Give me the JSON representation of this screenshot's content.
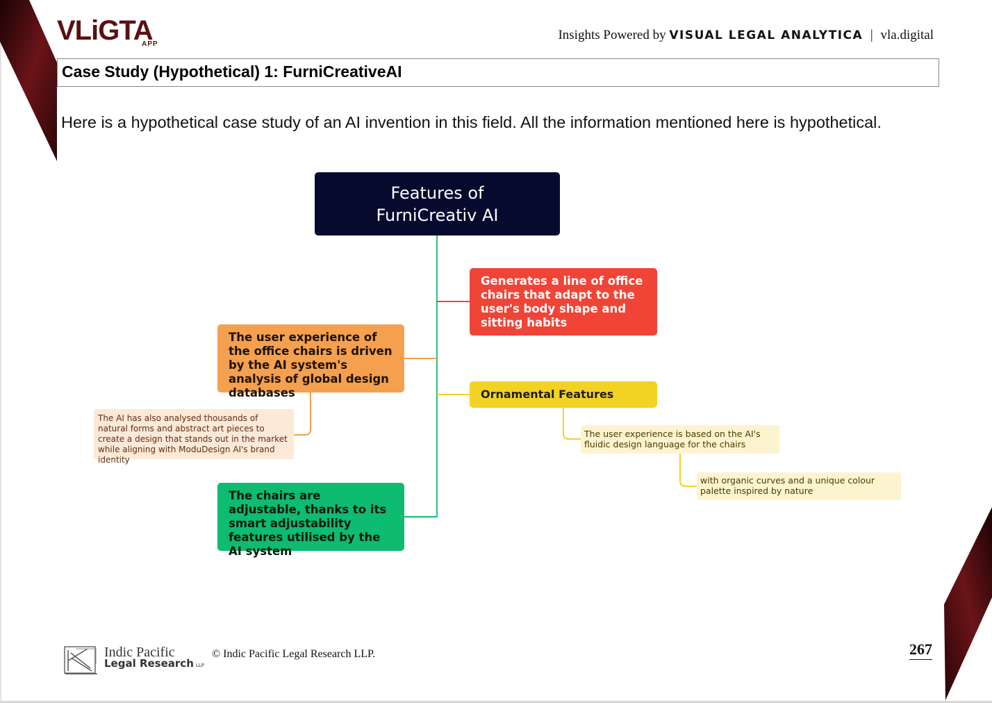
{
  "header": {
    "logo_text": "VLiGTA",
    "logo_sub": "APP",
    "insights_prefix": "Insights Powered by",
    "brand": "VISUAL LEGAL ANALYTICA",
    "separator": "|",
    "site": "vla.digital"
  },
  "section_title": "Case Study (Hypothetical) 1: FurniCreativeAI",
  "intro_text": "Here is a hypothetical case study of an AI invention in this field. All the information mentioned here is hypothetical.",
  "mindmap": {
    "root": {
      "line1": "Features of",
      "line2": "FurniCreativ AI"
    },
    "red": "Generates a line of office chairs that adapt to the user's body shape and sitting habits",
    "orange": "The user experience of the office chairs is driven by the AI system's analysis of global design databases",
    "peach": "The AI has also analysed thousands of natural forms and abstract art pieces to create a design that stands out in the market while aligning with ModuDesign AI's brand identity",
    "yellow": "Ornamental Features",
    "cream1": "The user experience is based on the AI's fluidic design language for the chairs",
    "cream2": "with organic curves and a unique colour palette inspired by nature",
    "green": "The chairs are adjustable, thanks to its smart adjustability features utilised by the AI system"
  },
  "colors": {
    "root": "#050a2e",
    "red": "#f04437",
    "orange": "#f5a04f",
    "yellow": "#f2d224",
    "green": "#0dbb71",
    "trunk": "#2fbf7a",
    "deco": "#4a0c0e"
  },
  "footer": {
    "logo_line1": "Indic Pacific",
    "logo_line2": "Legal Research",
    "logo_suffix": "LLP",
    "copyright": "© Indic Pacific Legal Research LLP.",
    "page_number": "267"
  }
}
